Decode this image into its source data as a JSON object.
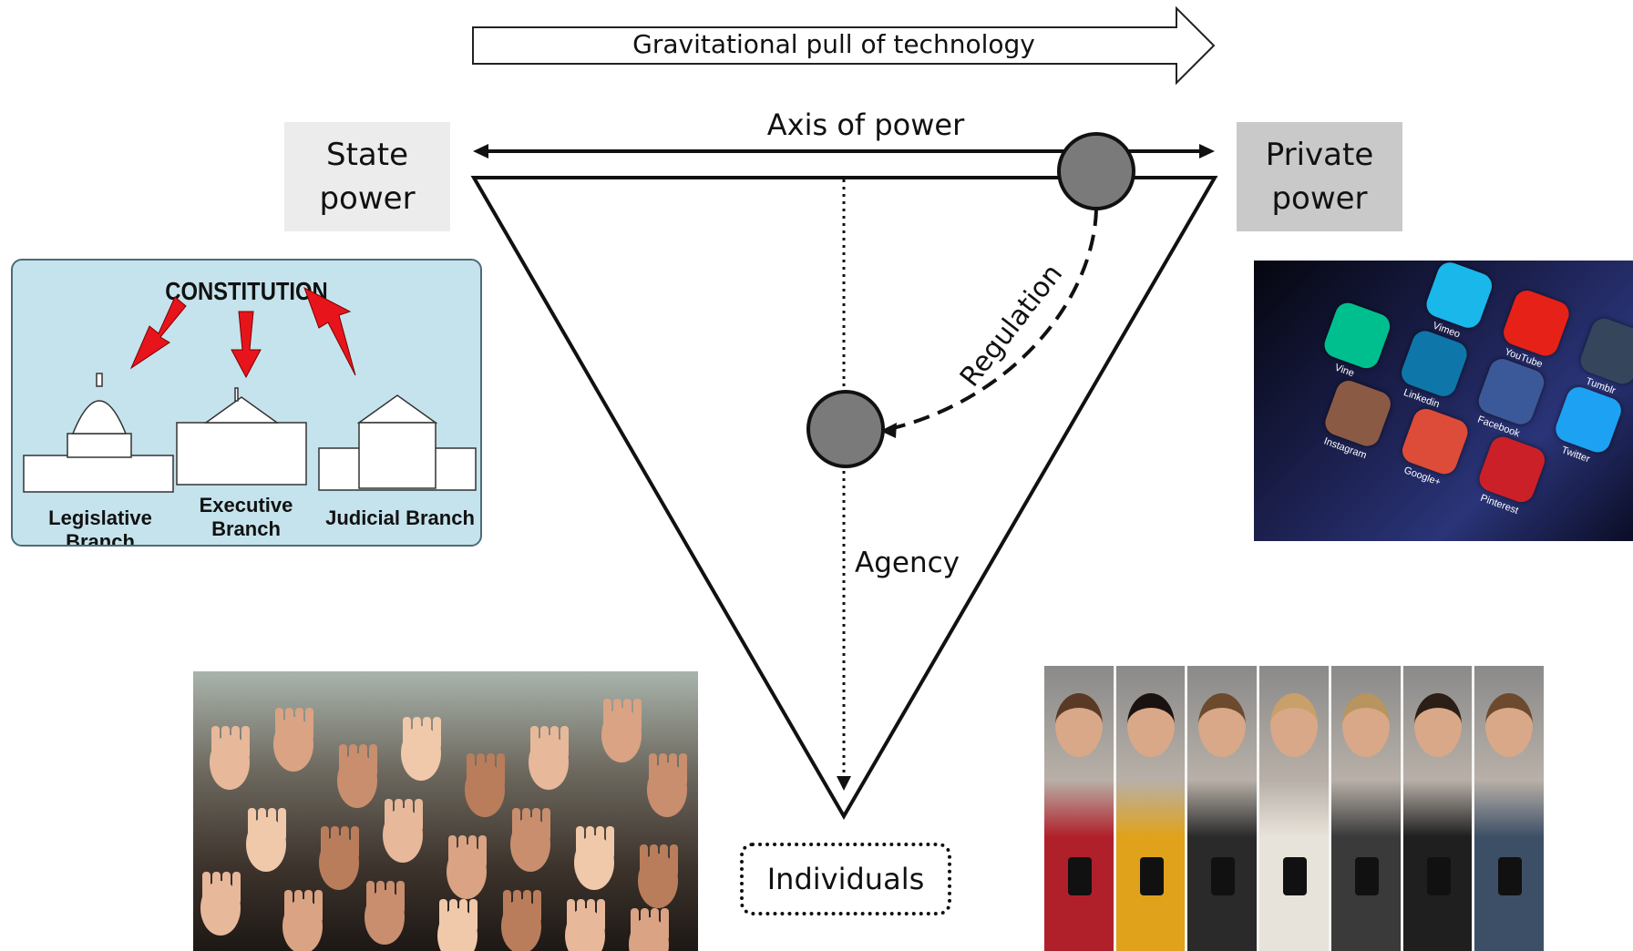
{
  "top_arrow": {
    "label": "Gravitational pull of technology"
  },
  "axis": {
    "label": "Axis of power"
  },
  "state_box": {
    "line1": "State",
    "line2": "power"
  },
  "private_box": {
    "line1": "Private",
    "line2": "power"
  },
  "regulation_label": "Regulation",
  "agency_label": "Agency",
  "individuals_label": "Individuals",
  "constitution_panel": {
    "title": "CONSTITUTION",
    "branches": [
      "Legislative Branch",
      "Executive Branch",
      "Judicial Branch"
    ],
    "bg_color": "#c5e3ec",
    "arrow_color": "#e8141b"
  },
  "social_apps": [
    {
      "name": "Vimeo",
      "color": "#1ab7ea"
    },
    {
      "name": "YouTube",
      "color": "#e62117"
    },
    {
      "name": "Tumblr",
      "color": "#35465c"
    },
    {
      "name": "Vine",
      "color": "#00bf8f"
    },
    {
      "name": "Linkedin",
      "color": "#0e76a8"
    },
    {
      "name": "Facebook",
      "color": "#3b5998"
    },
    {
      "name": "Twitter",
      "color": "#1da1f2"
    },
    {
      "name": "Instagram",
      "color": "#8a5a44"
    },
    {
      "name": "Google+",
      "color": "#dd4b39"
    },
    {
      "name": "Pinterest",
      "color": "#cb2027"
    }
  ]
}
